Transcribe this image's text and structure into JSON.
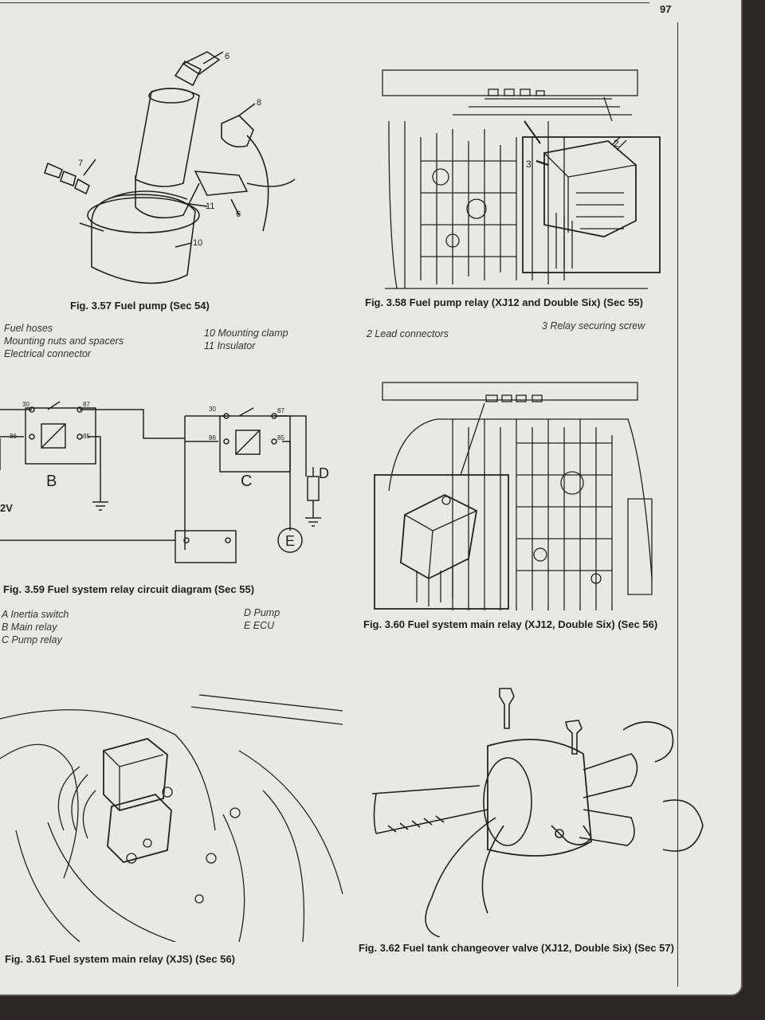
{
  "page": {
    "number": "97"
  },
  "figures": {
    "fig357": {
      "caption": "Fig. 3.57 Fuel pump (Sec 54)",
      "callouts": [
        "6",
        "8",
        "7",
        "11",
        "6",
        "10"
      ],
      "legend_left": [
        "Fuel hoses",
        "Mounting nuts and spacers",
        "Electrical connector"
      ],
      "legend_right": [
        "10 Mounting clamp",
        "11 Insulator"
      ]
    },
    "fig358": {
      "caption": "Fig. 3.58 Fuel pump relay (XJ12 and Double Six) (Sec 55)",
      "callouts": [
        "2",
        "3"
      ],
      "legend": [
        "2   Lead connectors",
        "3   Relay securing screw"
      ]
    },
    "fig359": {
      "caption": "Fig. 3.59 Fuel system relay circuit diagram (Sec 55)",
      "diagram_labels": {
        "terminals_b": [
          "30",
          "87",
          "86",
          "85"
        ],
        "terminals_c": [
          "30",
          "87",
          "86",
          "85"
        ],
        "relay_b": "B",
        "relay_c": "C",
        "pump": "D",
        "ecu": "E",
        "supply": "2V"
      },
      "legend_left": [
        "A  Inertia switch",
        "B  Main relay",
        "C  Pump relay"
      ],
      "legend_right": [
        "D  Pump",
        "E  ECU"
      ]
    },
    "fig360": {
      "caption": "Fig. 3.60 Fuel system main relay (XJ12, Double Six) (Sec 56)"
    },
    "fig361": {
      "caption": "Fig. 3.61 Fuel system main relay (XJS) (Sec 56)"
    },
    "fig362": {
      "caption": "Fig. 3.62 Fuel tank changeover valve (XJ12, Double Six) (Sec 57)"
    }
  },
  "colors": {
    "paper": "#e9e9e4",
    "ink": "#222222",
    "background": "#2b2722"
  }
}
